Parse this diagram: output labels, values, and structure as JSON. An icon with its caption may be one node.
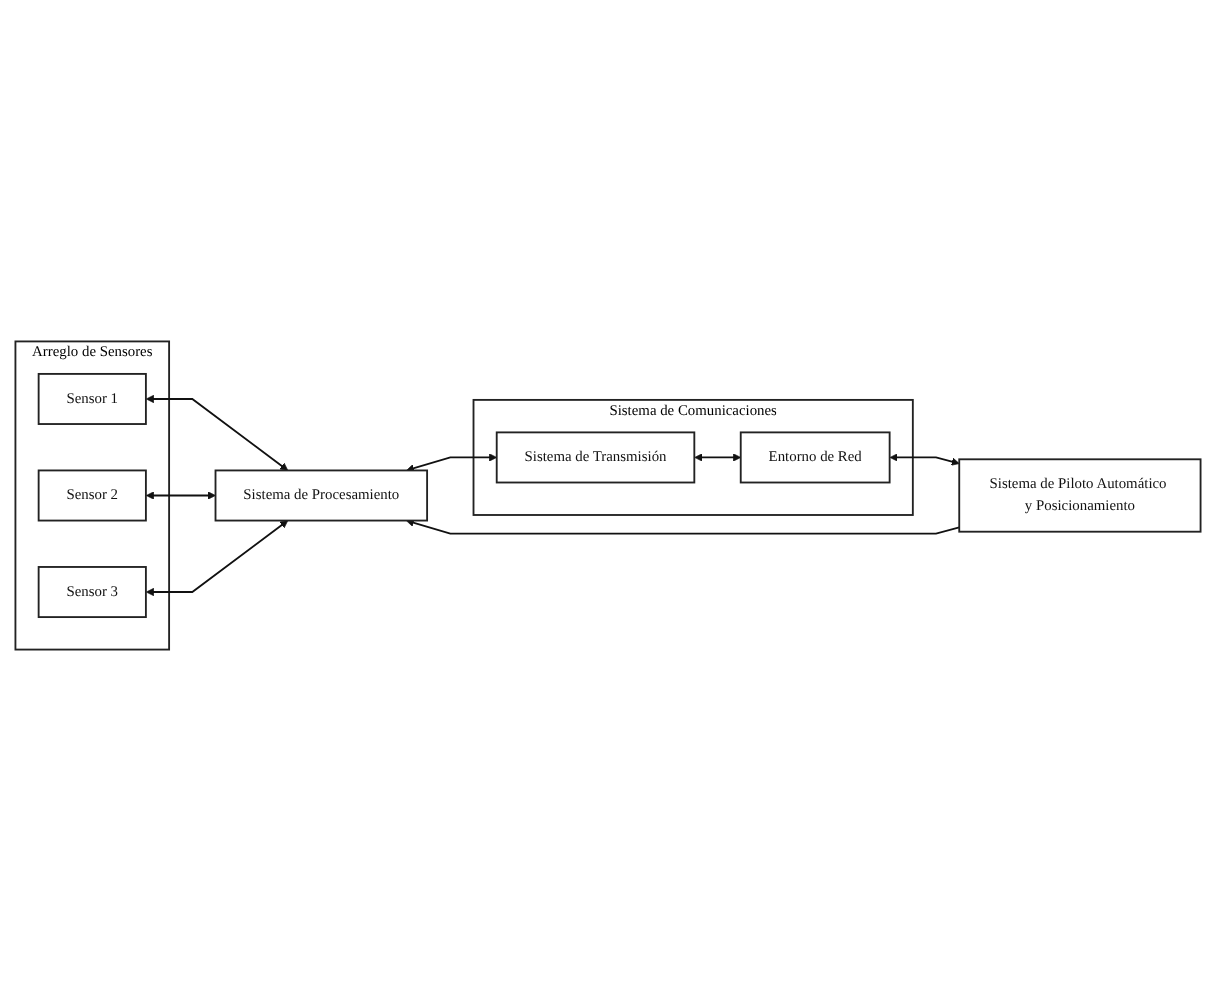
{
  "diagram": {
    "nodes": [
      {
        "text": [
          "Arreglo de Sensores"
        ]
      },
      {
        "text": [
          "Sensor 1"
        ],
        "in": 0
      },
      {
        "text": [
          "Sensor 2"
        ],
        "in": 0
      },
      {
        "text": [
          "Sensor 3"
        ],
        "in": 0
      },
      {
        "text": [
          "Sistema de Procesamiento"
        ]
      },
      {
        "text": [
          "Sistema de Piloto Automático y Posicionamiento"
        ]
      },
      {
        "text": [
          "Sistema de Comunicaciones"
        ]
      },
      {
        "text": [
          "Sistema de Transmisión"
        ],
        "in": 6
      },
      {
        "text": [
          "Entorno de Red"
        ],
        "in": 6
      }
    ],
    "edges": [
      {
        "from": 1,
        "to": 4,
        "arrow": "both"
      },
      {
        "from": 2,
        "to": 4,
        "arrow": "both"
      },
      {
        "from": 3,
        "to": 4,
        "arrow": "both"
      },
      {
        "from": 5,
        "to": 4,
        "arrow": "to"
      },
      {
        "from": 4,
        "to": 7,
        "arrow": "both"
      },
      {
        "from": 7,
        "to": 8,
        "arrow": "both"
      },
      {
        "from": 8,
        "to": 5,
        "arrow": "both"
      }
    ]
  }
}
